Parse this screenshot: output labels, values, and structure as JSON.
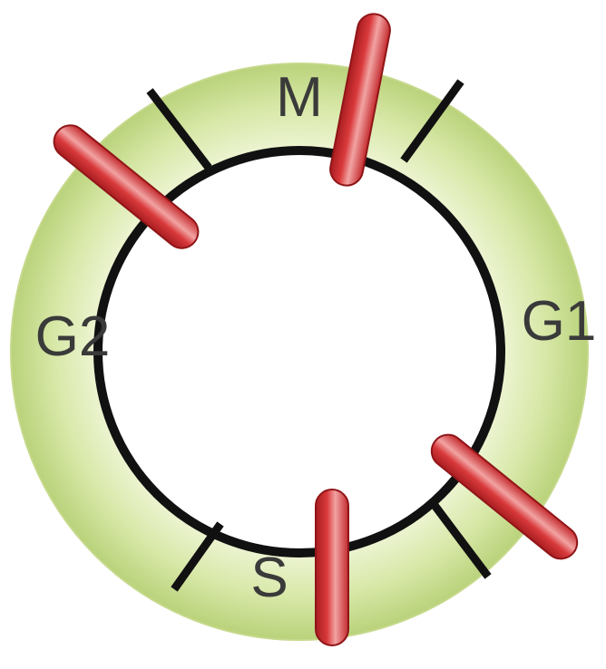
{
  "diagram": {
    "phases": {
      "m": "M",
      "g1": "G1",
      "s": "S",
      "g2": "G2"
    },
    "colors": {
      "ring_light": "#f3f8df",
      "ring_dark": "#b9d27a",
      "outline": "#111111",
      "checkpoint_light": "#f2a3a3",
      "checkpoint_mid": "#d9393b",
      "checkpoint_dark": "#a81d20",
      "label": "#3a3a3a"
    },
    "checkpoints": [
      {
        "name": "checkpoint-m"
      },
      {
        "name": "checkpoint-g2-m"
      },
      {
        "name": "checkpoint-g1-s"
      },
      {
        "name": "checkpoint-s"
      }
    ]
  }
}
